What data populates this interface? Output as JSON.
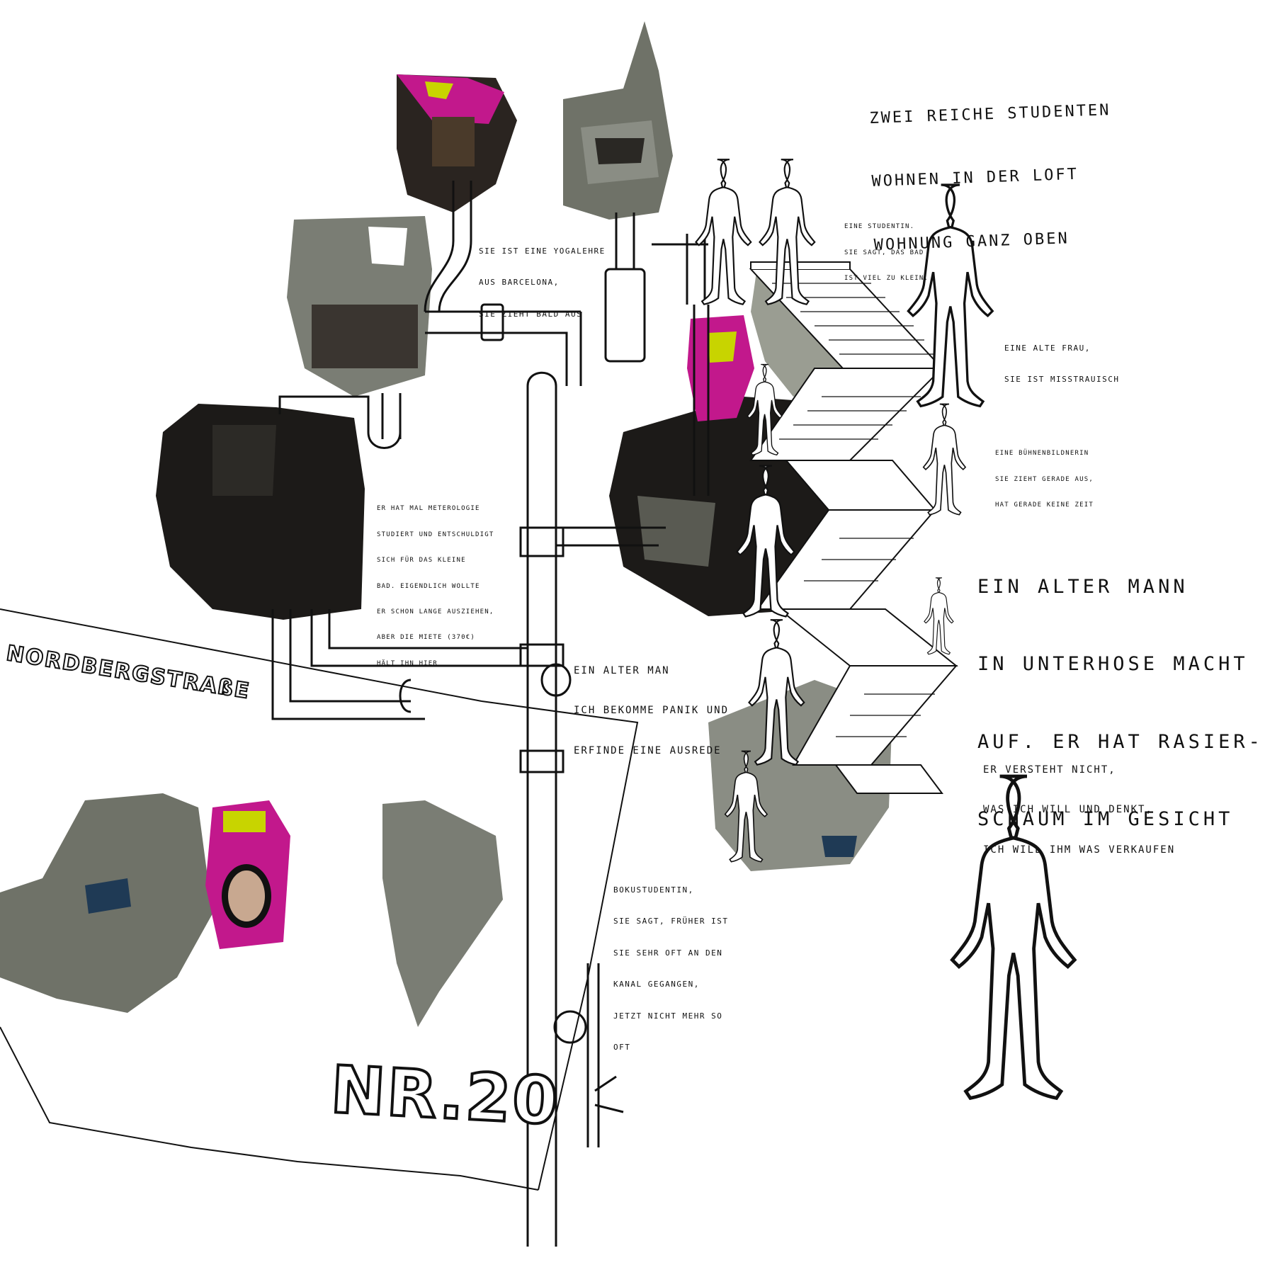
{
  "street_name": "NORDBERGSTRAßE",
  "house_number": "NR.20",
  "notes": {
    "loft": [
      "ZWEI REICHE STUDENTEN",
      "WOHNEN IN DER LOFT",
      "WOHNUNG GANZ OBEN"
    ],
    "yoga": [
      "SIE IST EINE YOGALEHRE",
      "AUS BARCELONA,",
      "SIE ZIEHT BALD AUS"
    ],
    "studentin": [
      "EINE STUDENTIN.",
      "SIE SAGT, DAS BAD",
      "IST VIEL ZU KLEIN."
    ],
    "alte_frau": [
      "EINE ALTE FRAU,",
      "SIE IST MISSTRAUISCH"
    ],
    "buehnenbildnerin": [
      "EINE BÜHNENBILDNERIN",
      "SIE ZIEHT GERADE AUS,",
      "HAT GERADE KEINE ZEIT"
    ],
    "meteorologe": [
      "ER HAT MAL METEROLOGIE",
      "STUDIERT UND ENTSCHULDIGT",
      "SICH FÜR DAS KLEINE",
      "BAD. EIGENDLICH WOLLTE",
      "ER SCHON LANGE AUSZIEHEN,",
      "ABER DIE MIETE (370€)",
      "HÄLT IHN HIER"
    ],
    "unterhose": [
      "EIN ALTER MANN",
      "IN UNTERHOSE MACHT",
      "AUF. ER HAT RASIER-",
      "SCHAUM IM GESICHT"
    ],
    "alter_man": [
      "EIN ALTER MAN",
      "ICH BEKOMME PANIK UND",
      "ERFINDE EINE AUSREDE"
    ],
    "versteht": [
      "ER VERSTEHT NICHT,",
      "WAS ICH WILL UND DENKT,",
      "ICH WILL IHM WAS VERKAUFEN"
    ],
    "kanal": [
      "BOKUSTUDENTIN,",
      "SIE SAGT, FRÜHER IST",
      "SIE SEHR OFT AN DEN",
      "KANAL GEGANGEN,",
      "JETZT NICHT MEHR SO",
      "OFT"
    ]
  },
  "colors": {
    "ink": "#111111",
    "paper": "#ffffff",
    "magenta": "#c2188c",
    "lime": "#c8d400",
    "photo_dark": "#1c1a18",
    "photo_grey": "#8a8d84",
    "photo_light": "#b5b8ae"
  }
}
